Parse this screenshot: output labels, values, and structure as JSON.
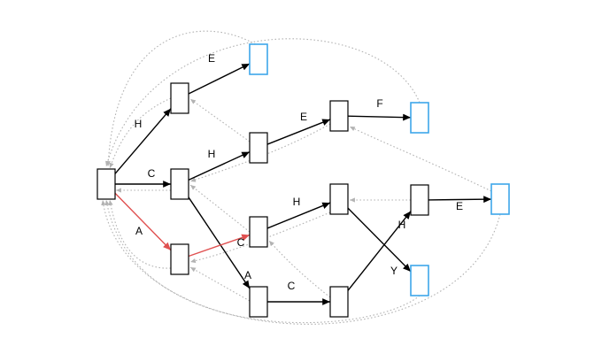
{
  "diagram": {
    "colors": {
      "node_border": "#000000",
      "accept_node_border": "#3ea7e9",
      "highlight_edge": "#e05050",
      "back_edge": "#b3b3b3"
    },
    "nodes": [
      {
        "id": "n0",
        "type": "state"
      },
      {
        "id": "n1",
        "type": "state"
      },
      {
        "id": "n2",
        "type": "state"
      },
      {
        "id": "n3",
        "type": "state"
      },
      {
        "id": "n4",
        "type": "accept"
      },
      {
        "id": "n5",
        "type": "state"
      },
      {
        "id": "n6",
        "type": "state"
      },
      {
        "id": "n7",
        "type": "state"
      },
      {
        "id": "n8",
        "type": "state"
      },
      {
        "id": "n9",
        "type": "state"
      },
      {
        "id": "n10",
        "type": "state"
      },
      {
        "id": "n11",
        "type": "accept"
      },
      {
        "id": "n12",
        "type": "state"
      },
      {
        "id": "n13",
        "type": "accept"
      },
      {
        "id": "n14",
        "type": "accept"
      }
    ],
    "edges": [
      {
        "from": "n0",
        "to": "n1",
        "label": "H",
        "highlight": false
      },
      {
        "from": "n0",
        "to": "n2",
        "label": "C",
        "highlight": false
      },
      {
        "from": "n0",
        "to": "n3",
        "label": "A",
        "highlight": true
      },
      {
        "from": "n1",
        "to": "n4",
        "label": "E",
        "highlight": false
      },
      {
        "from": "n2",
        "to": "n5",
        "label": "H",
        "highlight": false
      },
      {
        "from": "n2",
        "to": "n8",
        "label": "A",
        "highlight": false
      },
      {
        "from": "n3",
        "to": "n6",
        "label": "C",
        "highlight": true
      },
      {
        "from": "n5",
        "to": "n7",
        "label": "E",
        "highlight": false
      },
      {
        "from": "n6",
        "to": "n9",
        "label": "H",
        "highlight": false
      },
      {
        "from": "n8",
        "to": "n10",
        "label": "C",
        "highlight": false
      },
      {
        "from": "n7",
        "to": "n11",
        "label": "F",
        "highlight": false
      },
      {
        "from": "n9",
        "to": "n13",
        "label": "Y",
        "highlight": false
      },
      {
        "from": "n10",
        "to": "n12",
        "label": "H",
        "highlight": false
      },
      {
        "from": "n12",
        "to": "n14",
        "label": "E",
        "highlight": false
      }
    ],
    "back_edges": [
      {
        "from": "n4",
        "to": "n0"
      },
      {
        "from": "n11",
        "to": "n0"
      },
      {
        "from": "n13",
        "to": "n0"
      },
      {
        "from": "n14",
        "to": "n0"
      },
      {
        "from": "n1",
        "to": "n0"
      },
      {
        "from": "n2",
        "to": "n0"
      },
      {
        "from": "n3",
        "to": "n0"
      },
      {
        "from": "n5",
        "to": "n1"
      },
      {
        "from": "n6",
        "to": "n2"
      },
      {
        "from": "n7",
        "to": "n2"
      },
      {
        "from": "n8",
        "to": "n3"
      },
      {
        "from": "n9",
        "to": "n3"
      },
      {
        "from": "n14",
        "to": "n7"
      },
      {
        "from": "n12",
        "to": "n9"
      },
      {
        "from": "n10",
        "to": "n6"
      }
    ]
  }
}
